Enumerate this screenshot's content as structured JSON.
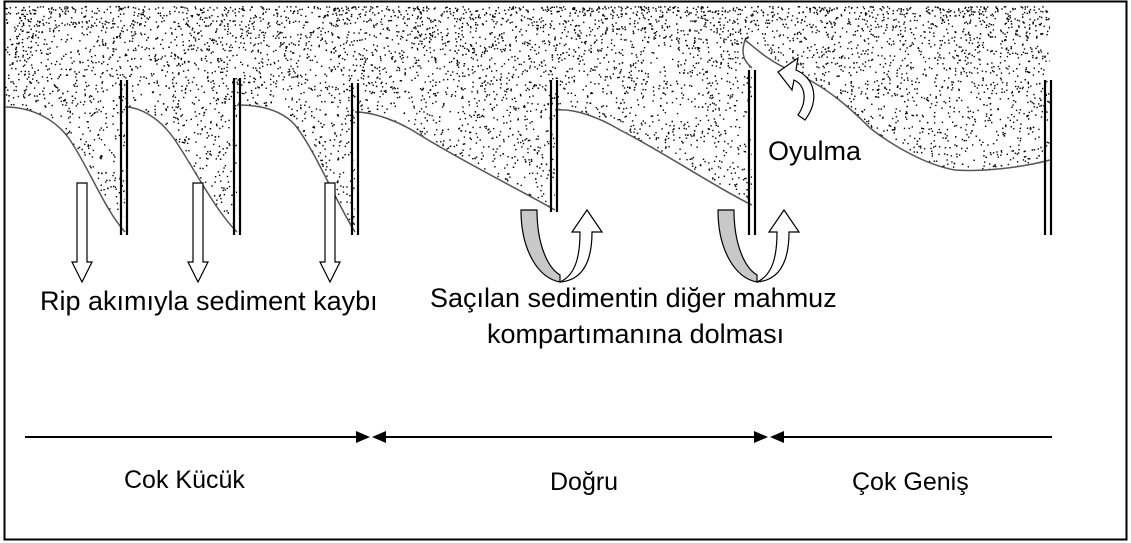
{
  "labels": {
    "rip_loss": "Rip akımıyla sediment kaybı",
    "scattered_line1": "Saçılan sedimentin diğer mahmuz",
    "scattered_line2": "kompartımanına dolması",
    "scour": "Oyulma"
  },
  "ranges": {
    "too_small": "Cok Kücük",
    "correct": "Doğru",
    "too_wide": "Çok Geniş"
  },
  "colors": {
    "stroke": "#000000",
    "arrow_fill_grey": "#c8c8c8",
    "arrow_fill_white": "#ffffff",
    "background": "#ffffff"
  }
}
